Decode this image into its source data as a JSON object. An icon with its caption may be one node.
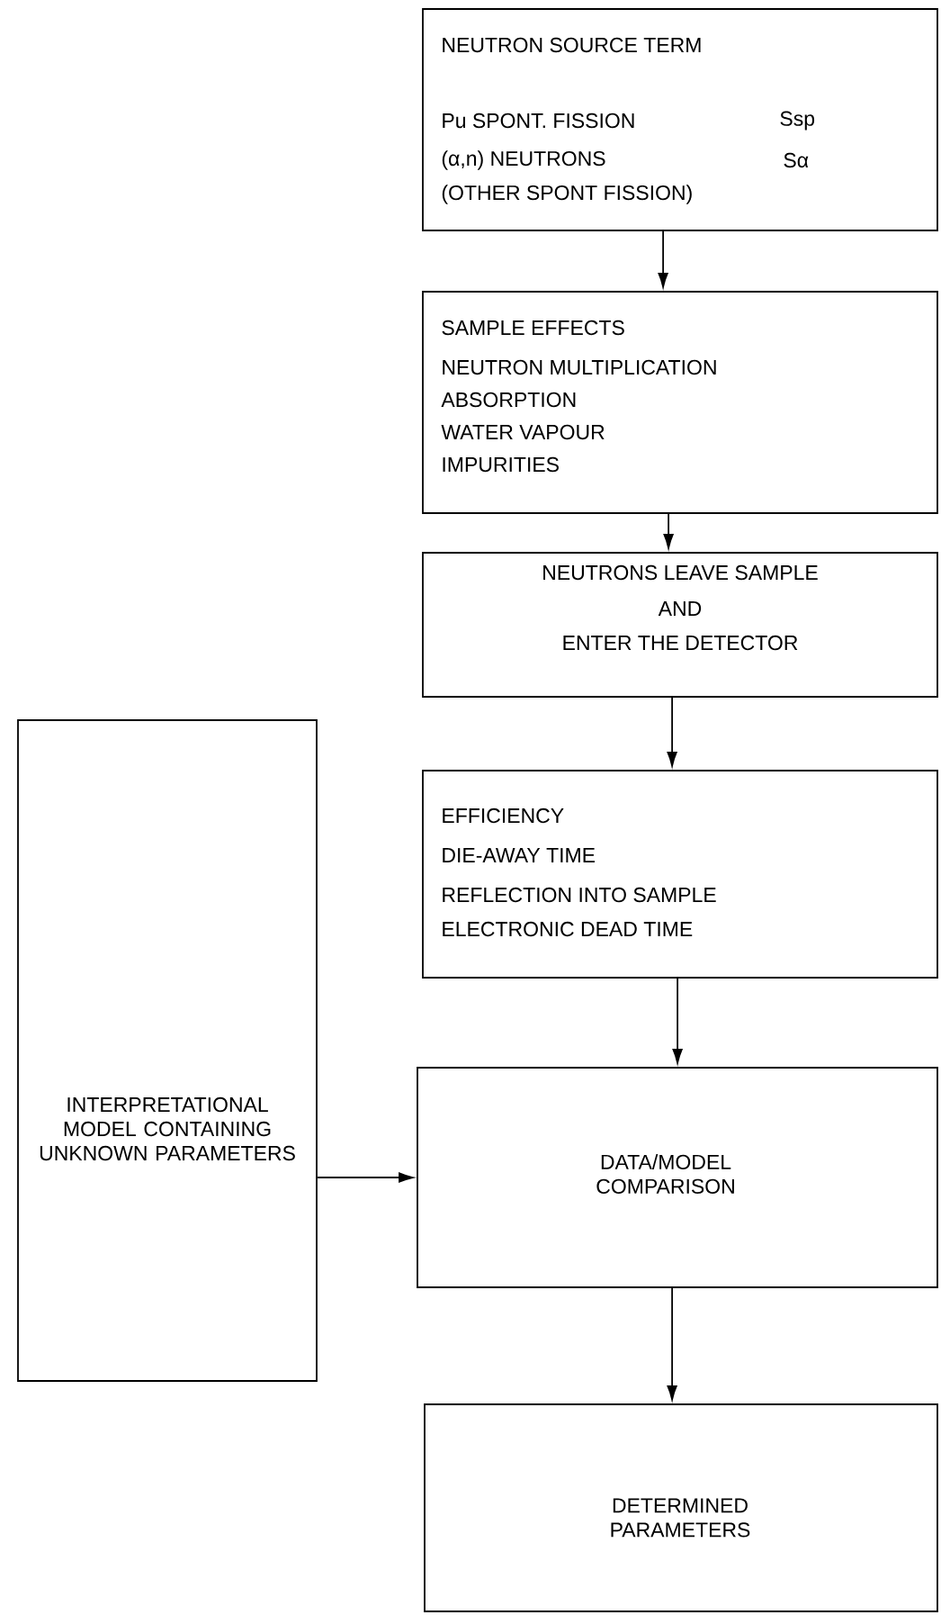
{
  "diagram": {
    "nodes": [
      {
        "text": [
          "NEUTRON SOURCE TERM",
          "Pu SPONT. FISSION",
          "Ssp",
          "(α,n) NEUTRONS",
          "Sα",
          "(OTHER SPONT FISSION)"
        ]
      },
      {
        "text": [
          "SAMPLE EFFECTS",
          "NEUTRON MULTIPLICATION",
          "ABSORPTION",
          "WATER VAPOUR",
          "IMPURITIES"
        ]
      },
      {
        "text": [
          "NEUTRONS LEAVE SAMPLE",
          "AND",
          "ENTER THE DETECTOR"
        ]
      },
      {
        "text": [
          "EFFICIENCY",
          "DIE-AWAY TIME",
          "REFLECTION INTO SAMPLE",
          "ELECTRONIC DEAD TIME"
        ]
      },
      {
        "text": [
          "INTERPRETATIONAL MODEL CONTAINING UNKNOWN PARAMETERS"
        ]
      },
      {
        "text": [
          "DATA/MODEL COMPARISON"
        ]
      },
      {
        "text": [
          "DETERMINED PARAMETERS"
        ]
      }
    ],
    "edges": [
      {
        "from": 0,
        "to": 1,
        "arrow": "to"
      },
      {
        "from": 1,
        "to": 2,
        "arrow": "to"
      },
      {
        "from": 2,
        "to": 3,
        "arrow": "to"
      },
      {
        "from": 3,
        "to": 5,
        "arrow": "to"
      },
      {
        "from": 4,
        "to": 5,
        "arrow": "to"
      },
      {
        "from": 5,
        "to": 6,
        "arrow": "to"
      }
    ]
  }
}
